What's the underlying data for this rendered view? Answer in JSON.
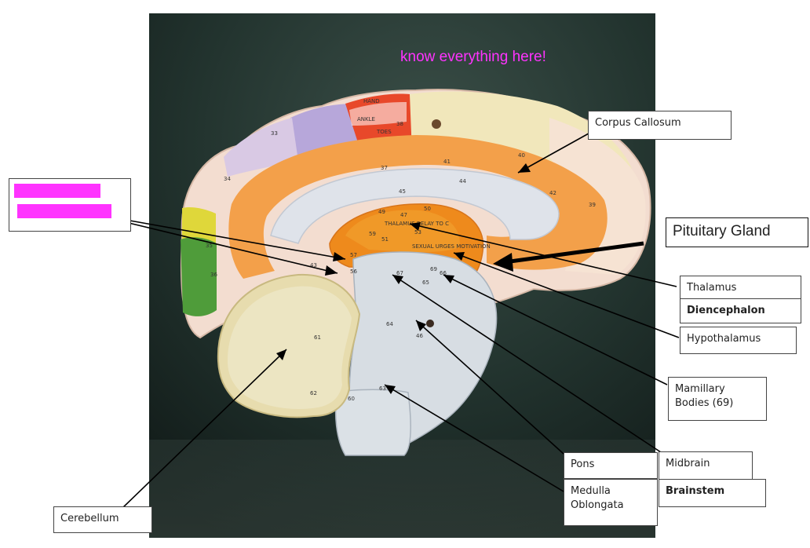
{
  "headline": "know everything here!",
  "headline_color": "#ff33ff",
  "labels": {
    "corpus_callosum": "Corpus Callosum",
    "pituitary_gland": "Pituitary Gland",
    "thalamus": "Thalamus",
    "diencephalon": "Diencephalon",
    "hypothalamus": "Hypothalamus",
    "mamillary_bodies": "Mamillary Bodies (69)",
    "pons": "Pons",
    "midbrain": "Midbrain",
    "medulla_oblongata": "Medulla Oblongata",
    "brainstem": "Brainstem",
    "cerebellum": "Cerebellum"
  },
  "model_text": {
    "hand": "HAND",
    "ankle": "ANKLE",
    "toes": "TOES",
    "thalamus": "THALAMUS RELAY TO C",
    "sensory": "SEXUAL URGES MOTIVATION",
    "n33": "33",
    "n34": "34",
    "n35": "35",
    "n36": "36",
    "n37": "37",
    "n38": "38",
    "n39": "39",
    "n40": "40",
    "n41": "41",
    "n43": "43",
    "n44": "44",
    "n45": "45",
    "n46": "46",
    "n47": "47",
    "n49": "49",
    "n50": "50",
    "n51": "51",
    "n53": "53",
    "n56": "56",
    "n57": "57",
    "n59": "59",
    "n60": "60",
    "n61": "61",
    "n62": "62",
    "n63": "63",
    "n64": "64",
    "n65": "65",
    "n66": "66",
    "n67": "67",
    "n69": "69",
    "n42": "42"
  },
  "colors": {
    "background": "#1f2f2a",
    "cortex": "#f3ddd0",
    "gyrus_orange": "#f3a04a",
    "deep_orange": "#ee8a1c",
    "corpus_callosum": "#dfe3ea",
    "motor_red": "#e8482a",
    "purple": "#b7a7da",
    "lilac": "#d9c9e4",
    "cream": "#f1e7bb",
    "yellow": "#dfd73a",
    "green": "#4f9c3a",
    "cerebellum": "#ece5c2",
    "brainstem": "#d7dde3",
    "redaction": "#ff33ff"
  }
}
